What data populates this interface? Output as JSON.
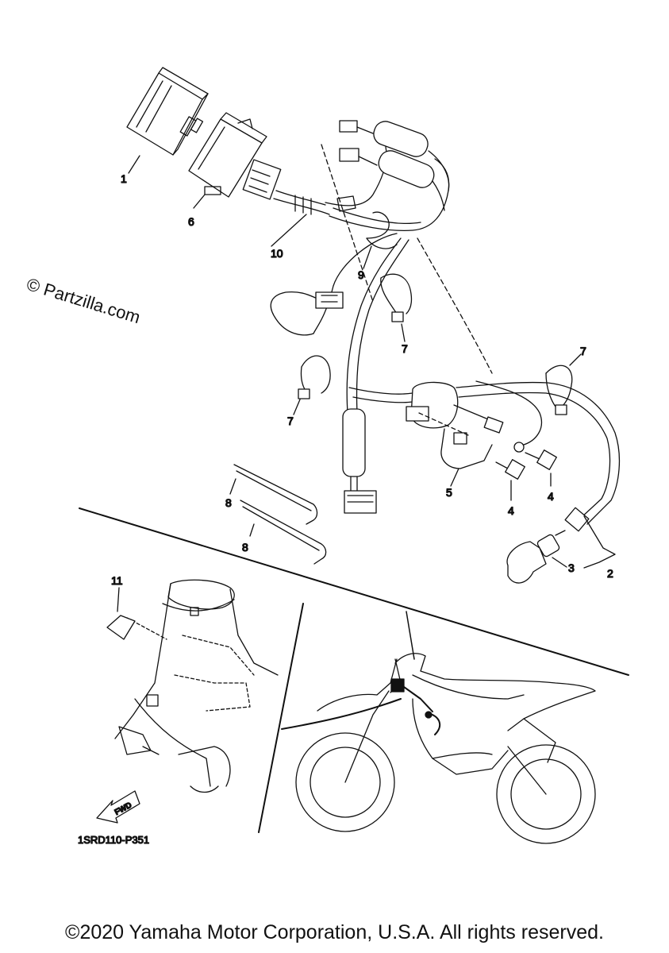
{
  "watermark": "© Partzilla.com",
  "diagram_code": "1SRD110-P351",
  "fwd_arrow_text": "FWD",
  "copyright": "©2020 Yamaha Motor Corporation, U.S.A. All rights reserved.",
  "callouts": {
    "c1": "1",
    "c2": "2",
    "c3": "3",
    "c4a": "4",
    "c4b": "4",
    "c5": "5",
    "c6": "6",
    "c7a": "7",
    "c7b": "7",
    "c7c": "7",
    "c8a": "8",
    "c8b": "8",
    "c9": "9",
    "c10": "10",
    "c11": "11"
  }
}
